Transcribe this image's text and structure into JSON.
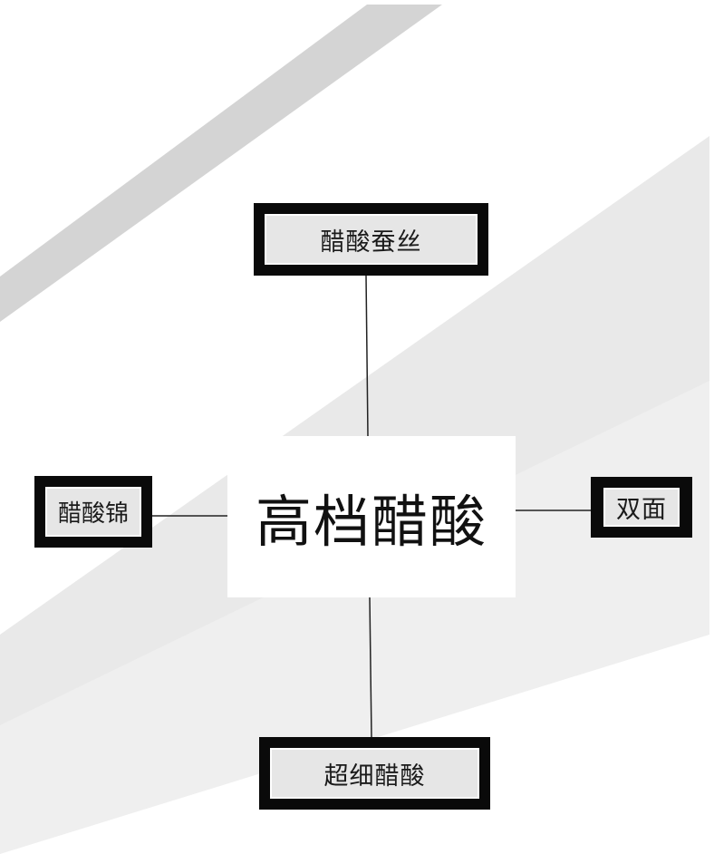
{
  "diagram": {
    "center": {
      "label": "高档醋酸"
    },
    "nodes": {
      "top": "醋酸蚕丝",
      "left": "醋酸锦",
      "right": "双面",
      "bottom": "超细醋酸"
    }
  }
}
